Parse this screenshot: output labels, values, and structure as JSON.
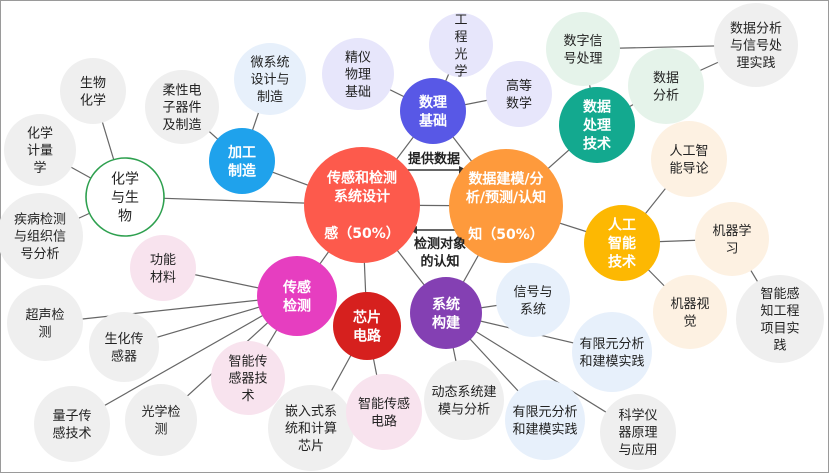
{
  "colors": {
    "red": "#fd5a4c",
    "orange": "#fe9a3c",
    "blue": "#1fa2ec",
    "indigo": "#5858e6",
    "teal": "#13a98f",
    "amber": "#fdb802",
    "magenta": "#e63ec0",
    "crimson": "#d6201e",
    "purple": "#8440b3",
    "gray_fill": "#efefef",
    "blue_fill": "#e7f0fb",
    "lavender_fill": "#e7e6fb",
    "pink_fill": "#f8e3ee",
    "cream_fill": "#fdf1e2",
    "green_fill": "#e5f3ea",
    "green_border": "#2ea04f",
    "line": "#666666"
  },
  "nodes": {
    "sensing_design": {
      "lines": [
        "传感和检测",
        "系统设计",
        "",
        "感（50%）"
      ]
    },
    "data_modeling": {
      "lines": [
        "数据建模/分",
        "析/预测/认知",
        "",
        "知（50%）"
      ]
    },
    "processing": {
      "lines": [
        "加工",
        "制造"
      ]
    },
    "microsystem": {
      "lines": [
        "微系统",
        "设计与",
        "制造"
      ]
    },
    "flexible_electronics": {
      "lines": [
        "柔性电",
        "子器件",
        "及制造"
      ]
    },
    "math_basis": {
      "lines": [
        "数理",
        "基础"
      ]
    },
    "precision_physics": {
      "lines": [
        "精仪",
        "物理",
        "基础"
      ]
    },
    "engineering_optics": {
      "lines": [
        "工",
        "程",
        "光",
        "学"
      ]
    },
    "advanced_math": {
      "lines": [
        "高等",
        "数学"
      ]
    },
    "data_processing": {
      "lines": [
        "数据",
        "处理",
        "技术"
      ]
    },
    "digital_signal": {
      "lines": [
        "数字信",
        "号处理"
      ]
    },
    "data_analysis": {
      "lines": [
        "数据",
        "分析"
      ]
    },
    "data_signal_practice": {
      "lines": [
        "数据分析",
        "与信号处",
        "理实践"
      ]
    },
    "ai_tech": {
      "lines": [
        "人工",
        "智能",
        "技术"
      ]
    },
    "ai_intro": {
      "lines": [
        "人工智",
        "能导论"
      ]
    },
    "machine_learning": {
      "lines": [
        "机器学",
        "习"
      ]
    },
    "machine_vision": {
      "lines": [
        "机器视",
        "觉"
      ]
    },
    "intelligent_sensing_project": {
      "lines": [
        "智能感",
        "知工程",
        "项目实",
        "践"
      ]
    },
    "chem_bio": {
      "lines": [
        "化学",
        "与生",
        "物"
      ]
    },
    "biochem": {
      "lines": [
        "生物",
        "化学"
      ]
    },
    "chemometrics": {
      "lines": [
        "化学",
        "计量",
        "学"
      ]
    },
    "disease_detection": {
      "lines": [
        "疾病检测",
        "与组织信",
        "号分析"
      ]
    },
    "sensing_detection": {
      "lines": [
        "传感",
        "检测"
      ]
    },
    "functional_materials": {
      "lines": [
        "功能",
        "材料"
      ]
    },
    "ultrasound": {
      "lines": [
        "超声检",
        "测"
      ]
    },
    "biochem_sensor": {
      "lines": [
        "生化传",
        "感器"
      ]
    },
    "smart_sensor_tech": {
      "lines": [
        "智能传",
        "感器技",
        "术"
      ]
    },
    "quantum_sensing": {
      "lines": [
        "量子传",
        "感技术"
      ]
    },
    "optical_detection": {
      "lines": [
        "光学检",
        "测"
      ]
    },
    "chip_circuit": {
      "lines": [
        "芯片",
        "电路"
      ]
    },
    "embedded_system": {
      "lines": [
        "嵌入式系",
        "统和计算",
        "芯片"
      ]
    },
    "smart_sensor_circuit": {
      "lines": [
        "智能传感",
        "电路"
      ]
    },
    "system_build": {
      "lines": [
        "系统",
        "构建"
      ]
    },
    "signal_system": {
      "lines": [
        "信号与",
        "系统"
      ]
    },
    "fem_modeling_1": {
      "lines": [
        "有限元分析",
        "和建模实践"
      ]
    },
    "dynamic_system": {
      "lines": [
        "动态系统建",
        "模与分析"
      ]
    },
    "fem_modeling_2": {
      "lines": [
        "有限元分析",
        "和建模实践"
      ]
    },
    "scientific_instrument": {
      "lines": [
        "科学仪",
        "器原理",
        "与应用"
      ]
    }
  },
  "labels": {
    "provide_data": "提供数据",
    "detection_cognition": {
      "lines": [
        "检测对象",
        "的认知"
      ]
    }
  }
}
